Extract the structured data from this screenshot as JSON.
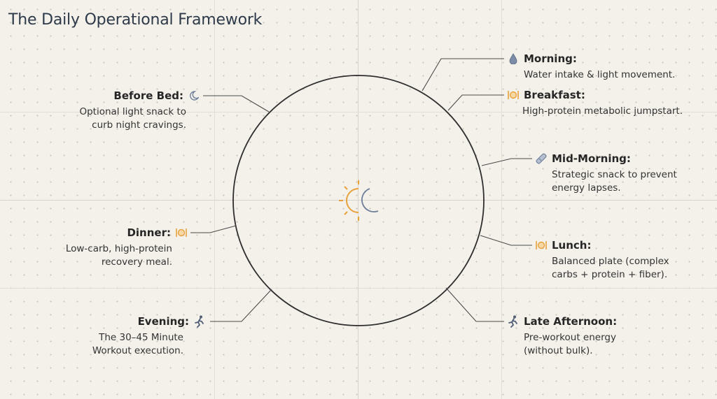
{
  "title": "The Daily Operational Framework",
  "colors": {
    "accent_orange": "#e8a23c",
    "moon_blue": "#8a95ad",
    "drop_blue": "#6f7f99",
    "line": "#3a3a3a",
    "background": "#f3f1ea"
  },
  "center": {
    "icons": [
      "sun-icon",
      "moon-icon"
    ]
  },
  "labels": {
    "morning": {
      "title": "Morning:",
      "desc": "Water intake & light movement.",
      "icon": "water-drop-icon"
    },
    "breakfast": {
      "title": "Breakfast:",
      "desc": "High-protein metabolic jumpstart.",
      "icon": "plate-utensils-icon"
    },
    "midmorning": {
      "title": "Mid-Morning:",
      "desc": "Strategic snack to prevent energy lapses.",
      "icon": "snack-bar-icon"
    },
    "lunch": {
      "title": "Lunch:",
      "desc": "Balanced plate (complex carbs + protein + fiber).",
      "icon": "plate-utensils-icon"
    },
    "lateafternoon": {
      "title": "Late Afternoon:",
      "desc": "Pre-workout energy (without bulk).",
      "icon": "running-person-icon"
    },
    "evening": {
      "title": "Evening:",
      "desc": "The 30–45 Minute Workout execution.",
      "icon": "running-person-icon"
    },
    "dinner": {
      "title": "Dinner:",
      "desc": "Low-carb, high-protein recovery meal.",
      "icon": "plate-utensils-icon"
    },
    "beforebed": {
      "title": "Before Bed:",
      "desc": "Optional light snack to curb night cravings.",
      "icon": "crescent-moon-icon"
    }
  }
}
